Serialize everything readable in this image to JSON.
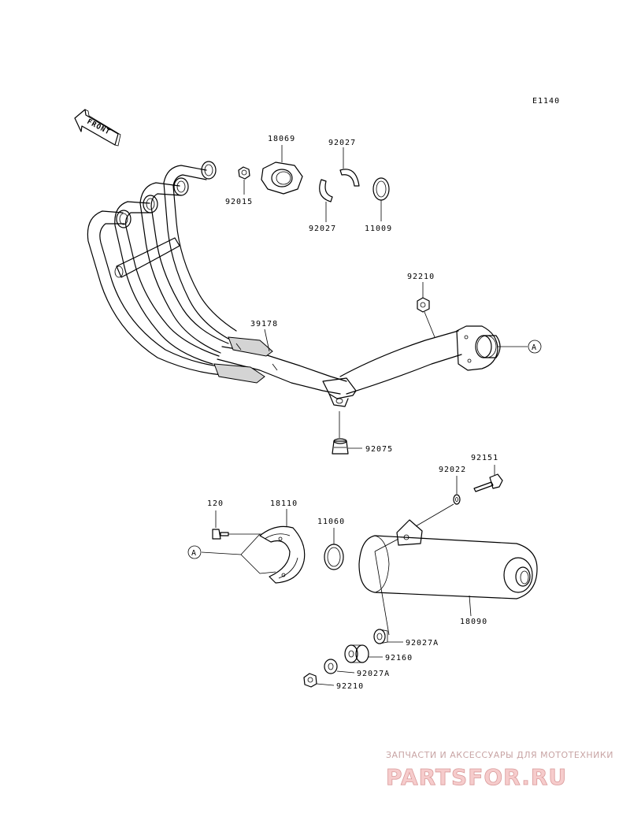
{
  "diagram": {
    "code": "E1140",
    "front_label": "FRONT",
    "parts": {
      "p18069": "18069",
      "p92027_top": "92027",
      "p92015": "92015",
      "p92027_bottom": "92027",
      "p11009": "11009",
      "p92210_top": "92210",
      "p39178": "39178",
      "p92075": "92075",
      "ref_a_upper": "A",
      "p92151": "92151",
      "p92022": "92022",
      "p120": "120",
      "p18110": "18110",
      "p11060": "11060",
      "ref_a_lower": "A",
      "p18090": "18090",
      "p92027a_1": "92027A",
      "p92160": "92160",
      "p92027a_2": "92027A",
      "p92210_bottom": "92210"
    }
  },
  "watermark": {
    "tagline": "ЗАПЧАСТИ И АКСЕССУАРЫ ДЛЯ МОТОТЕХНИКИ",
    "logo": "PARTSFOR.RU"
  }
}
